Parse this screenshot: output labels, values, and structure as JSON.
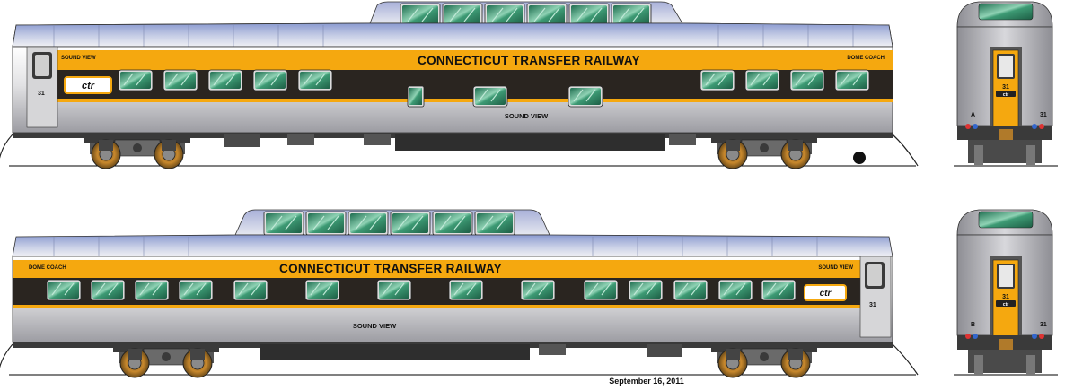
{
  "railroad": "CONNECTICUT TRANSFER RAILWAY",
  "logo_text": "ctr",
  "car_name": "SOUND VIEW",
  "car_type": "DOME COACH",
  "car_number": "31",
  "end_a": "A",
  "end_b": "B",
  "date": "September 16, 2011",
  "colors": {
    "yellow": "#f5a80f",
    "dark_band": "#2a2520",
    "silver": "#cfcfd2",
    "roof": "#a9b4d6",
    "glass": "#2f8a66",
    "truck": "#4a4a4a",
    "wheel": "#b07a2a"
  }
}
